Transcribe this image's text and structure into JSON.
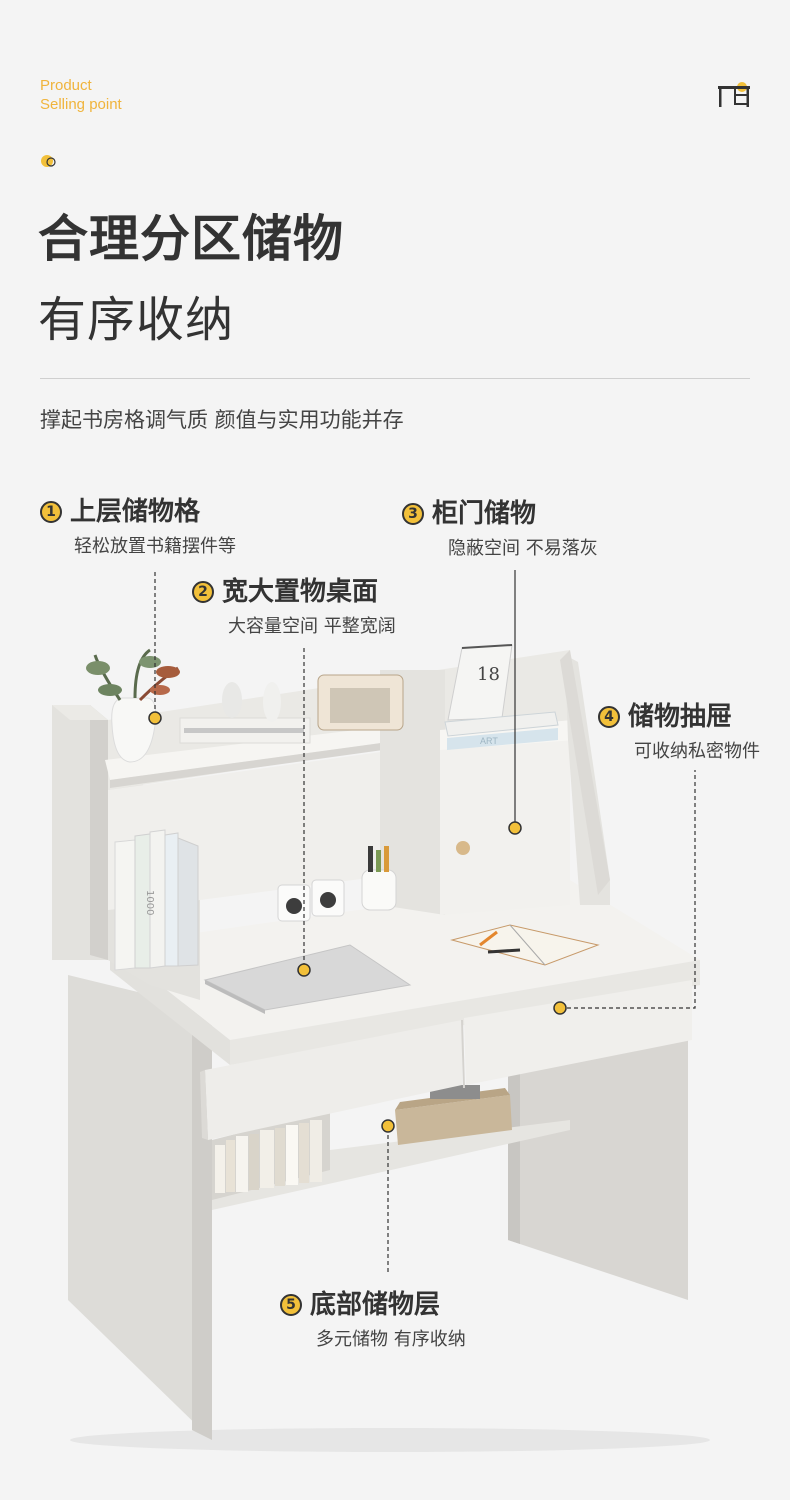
{
  "header": {
    "eyebrow_line1": "Product",
    "eyebrow_line2": "Selling point",
    "title_main": "合理分区储物",
    "title_sub": "有序收纳",
    "tagline": "撑起书房格调气质 颜值与实用功能并存"
  },
  "features": [
    {
      "number": "1",
      "title": "上层储物格",
      "desc": "轻松放置书籍摆件等"
    },
    {
      "number": "2",
      "title": "宽大置物桌面",
      "desc": "大容量空间 平整宽阔"
    },
    {
      "number": "3",
      "title": "柜门储物",
      "desc": "隐蔽空间 不易落灰"
    },
    {
      "number": "4",
      "title": "储物抽屉",
      "desc": "可收纳私密物件"
    },
    {
      "number": "5",
      "title": "底部储物层",
      "desc": "多元储物 有序收纳"
    }
  ],
  "product": {
    "calendar_number": "18",
    "book_spine_1": "1000",
    "book_label": "ART"
  },
  "colors": {
    "accent": "#f2c03a",
    "eyebrow": "#f0b43c",
    "text": "#333333",
    "desk": "#e9e8e5"
  },
  "icons": [
    "desk-icon",
    "dot-icon",
    "pointer-dot-icon"
  ]
}
